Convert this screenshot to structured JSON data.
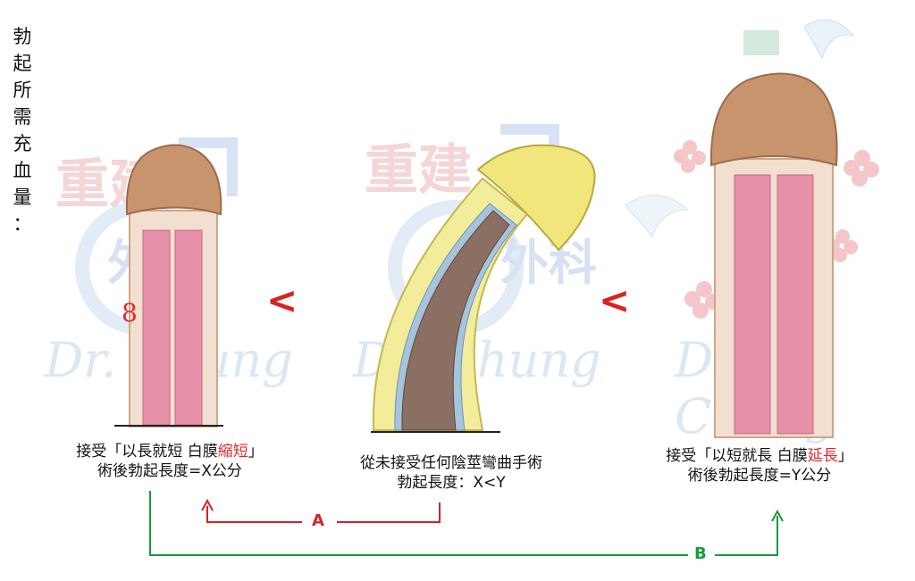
{
  "side_label": [
    "勃",
    "起",
    "所",
    "需",
    "充",
    "血",
    "量",
    "："
  ],
  "watermark": {
    "clinic_top": "重建",
    "clinic_bottom": "外科",
    "signature": "Dr. Chung"
  },
  "symbols": {
    "less_than_left": "<",
    "less_than_right": "<",
    "scale_mark": "8"
  },
  "captions": {
    "left": {
      "line1_prefix": "接受「以長就短 白膜",
      "line1_highlight": "縮短",
      "line1_suffix": "」",
      "line2": "術後勃起長度=X公分"
    },
    "middle": {
      "line1": "從未接受任何陰莖彎曲手術",
      "line2": "勃起長度：X<Y"
    },
    "right": {
      "line1_prefix": "接受「以短就長 白膜",
      "line1_highlight": "延長",
      "line1_suffix": "」",
      "line2": "術後勃起長度=Y公分"
    }
  },
  "arrows": {
    "a_label": "A",
    "b_label": "B",
    "a_color": "#d2232a",
    "b_color": "#1a9a3a"
  }
}
